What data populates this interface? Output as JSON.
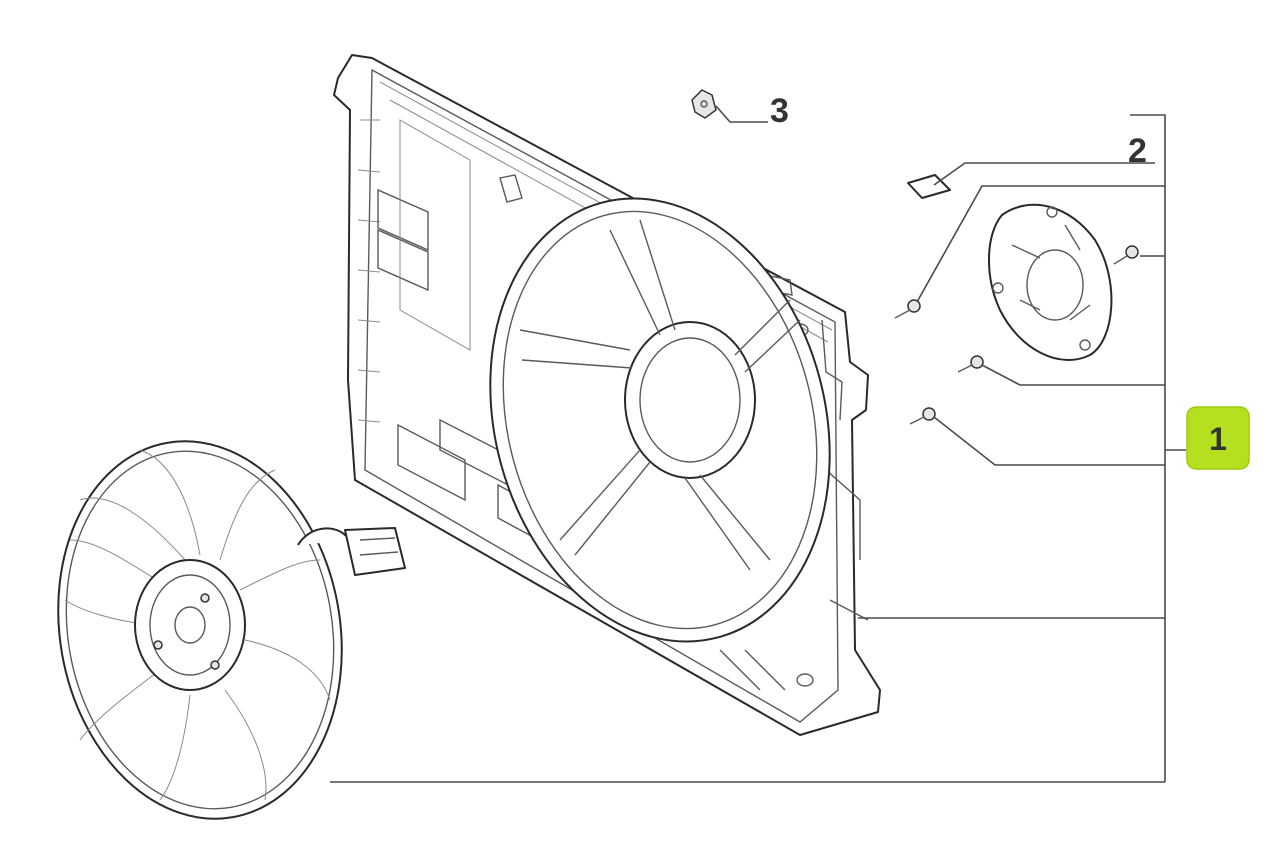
{
  "callouts": [
    {
      "id": "1",
      "label": "1",
      "highlighted": true
    },
    {
      "id": "2",
      "label": "2",
      "highlighted": false
    },
    {
      "id": "3",
      "label": "3",
      "highlighted": false
    }
  ],
  "colors": {
    "highlight_fill": "#b5e01f",
    "highlight_border": "#9ccc10",
    "line": "#2a2a2a",
    "background": "#ffffff"
  }
}
